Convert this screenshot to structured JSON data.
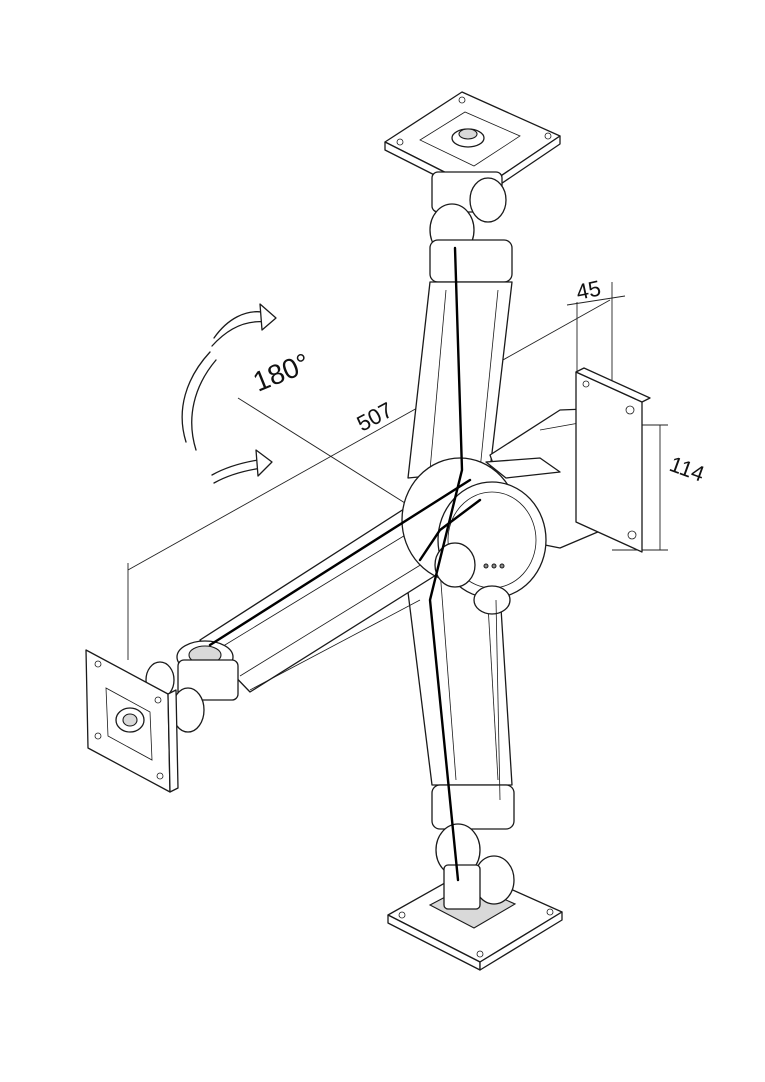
{
  "dimensions": {
    "arm_length": "507",
    "plate_offset": "45",
    "plate_height": "114",
    "rotation": "180°"
  }
}
